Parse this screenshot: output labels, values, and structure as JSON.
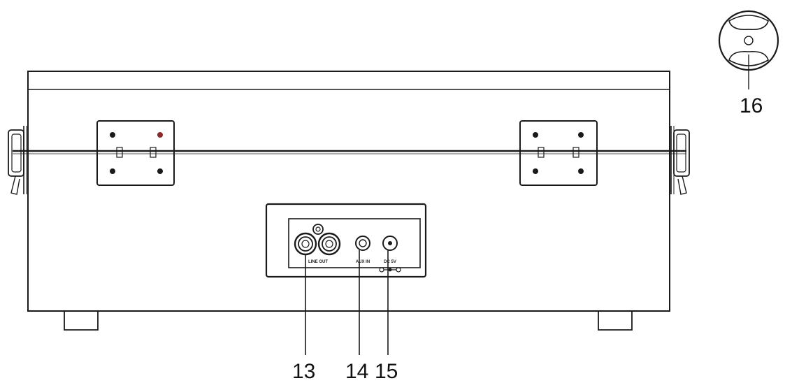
{
  "callouts": {
    "c13": "13",
    "c14": "14",
    "c15": "15",
    "c16": "16"
  },
  "panel_labels": {
    "rca": "LINE OUT",
    "aux": "AUX IN",
    "dc": "DC 5V"
  },
  "colors": {
    "stroke": "#1a1a1a",
    "background": "#ffffff",
    "hinge_accent": "#8a2a2a"
  }
}
